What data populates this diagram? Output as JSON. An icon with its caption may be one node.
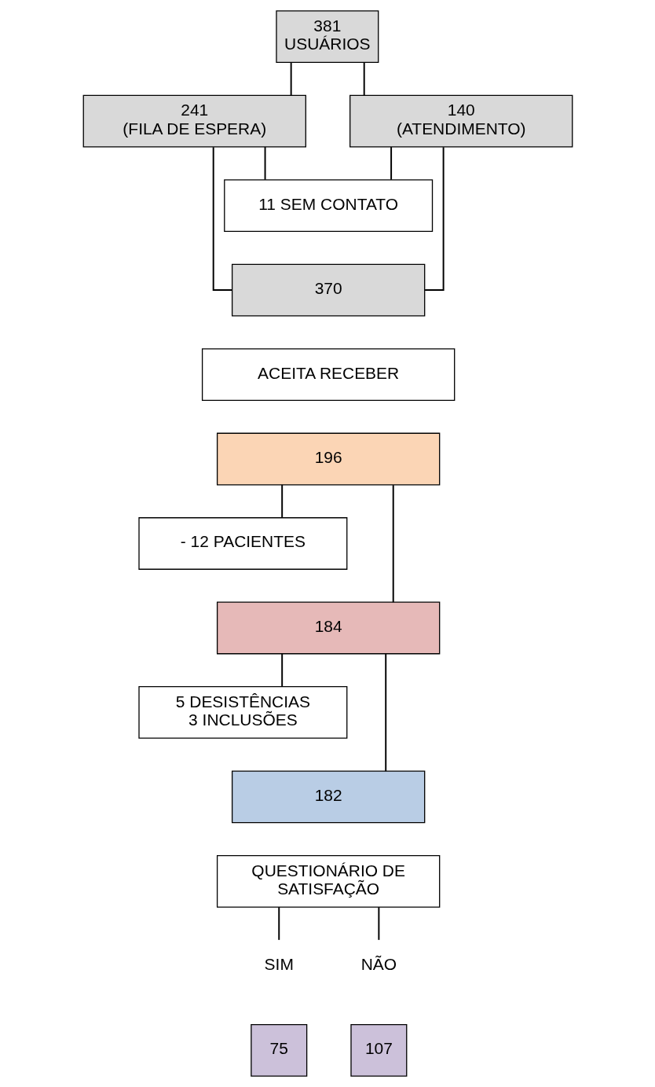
{
  "diagram": {
    "nodes": [
      {
        "text": [
          "381",
          "USUÁRIOS"
        ]
      },
      {
        "text": [
          "241",
          "(FILA DE ESPERA)"
        ]
      },
      {
        "text": [
          "140",
          "(ATENDIMENTO)"
        ]
      },
      {
        "text": [
          "11 SEM CONTATO"
        ]
      },
      {
        "text": [
          "370"
        ]
      },
      {
        "text": [
          "ACEITA RECEBER"
        ]
      },
      {
        "text": [
          "196"
        ]
      },
      {
        "text": [
          "- 12 PACIENTES"
        ]
      },
      {
        "text": [
          "184"
        ]
      },
      {
        "text": [
          "5 DESISTÊNCIAS 3 INCLUSÕES"
        ]
      },
      {
        "text": [
          "182"
        ]
      },
      {
        "text": [
          "QUESTIONÁRIO DE SATISFAÇÃO"
        ]
      },
      {
        "text": [
          "SIM"
        ]
      },
      {
        "text": [
          "NÃO"
        ]
      },
      {
        "text": [
          "75"
        ]
      },
      {
        "text": [
          "107"
        ]
      }
    ],
    "edges": [
      {
        "from": 0,
        "to": 1,
        "arrow": "none"
      },
      {
        "from": 0,
        "to": 2,
        "arrow": "none"
      },
      {
        "from": 1,
        "to": 4,
        "arrow": "none"
      },
      {
        "from": 2,
        "to": 4,
        "arrow": "none"
      },
      {
        "from": 1,
        "to": 3,
        "arrow": "none"
      },
      {
        "from": 2,
        "to": 3,
        "arrow": "none"
      },
      {
        "from": 6,
        "to": 8,
        "arrow": "none"
      },
      {
        "from": 6,
        "to": 7,
        "arrow": "none"
      },
      {
        "from": 8,
        "to": 10,
        "arrow": "none"
      },
      {
        "from": 8,
        "to": 9,
        "arrow": "none"
      },
      {
        "from": 11,
        "to": 12,
        "arrow": "none"
      },
      {
        "from": 11,
        "to": 13,
        "arrow": "none"
      }
    ]
  }
}
